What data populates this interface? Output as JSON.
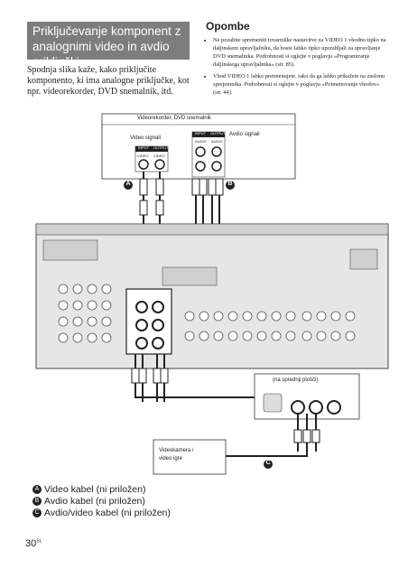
{
  "header": {
    "title_line1": "Priključevanje komponent z",
    "title_line2": "analognimi video in avdio priključki"
  },
  "intro": "Spodnja slika kaže, kako priključite komponento, ki ima analogne priključke, kot npr. videorekorder, DVD snemalnik, itd.",
  "notes": {
    "heading": "Opombe",
    "items": [
      "Ne pozabite spremeniti tovarniške nastavitve za VIDEO 1 vhodno tipko na daljinskem upravljalniku, da boste lahko tipko uporabljali za upravljanje DVD snemalnika. Podrobnosti si oglejte v poglavju »Programiranje daljinskega upravljalnika« (str. 85).",
      "Vhod VIDEO 1 lahko preimenujete, tako da ga lahko prikažete na zaslonu sprejemnika. Podrobnosti si oglejte v poglavju »Poimenovanje vhodov« (str. 44)."
    ]
  },
  "diagram": {
    "device_title": "Videorekorder, DVD snemalnik",
    "video_signals": "Video signali",
    "audio_signals": "Avdio signali",
    "input": "INPUT",
    "output": "OUTPUT",
    "video": "VIDEO",
    "audio": "AUDIO",
    "front_panel": "(na sprednji plošči)",
    "camera": "Videokamera /",
    "camera2": "video igre",
    "markers": [
      "A",
      "B",
      "C"
    ]
  },
  "legend": [
    {
      "marker": "A",
      "text": "Video kabel (ni priložen)"
    },
    {
      "marker": "B",
      "text": "Avdio kabel (ni priložen)"
    },
    {
      "marker": "C",
      "text": "Avdio/video kabel (ni priložen)"
    }
  ],
  "page_number": "30",
  "page_lang": "SL"
}
